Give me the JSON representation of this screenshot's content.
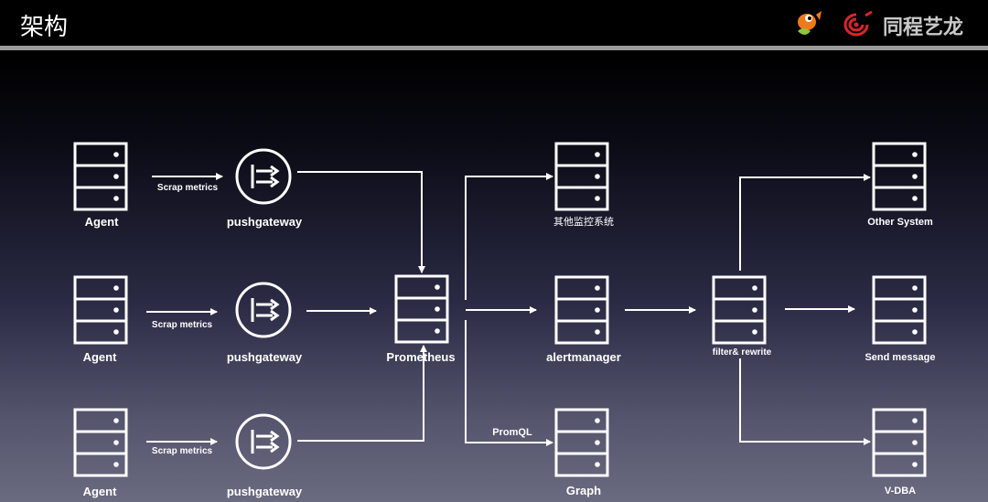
{
  "slide": {
    "title": "架构",
    "brand": "同程艺龙"
  },
  "colors": {
    "background": "#000000",
    "foreground": "#ffffff",
    "rule": "#9a9a9a",
    "brand_text": "#c9c9c9",
    "fish_orange": "#f07a1a",
    "fish_green": "#8dc63f",
    "swirl_red": "#d8262b"
  },
  "icons": {
    "server": "server-stack-icon",
    "gateway": "push-arrows-icon",
    "logo_fish": "fish-mascot-icon",
    "logo_swirl": "swirl-logo-icon"
  },
  "nodes": {
    "agent_1": "Agent",
    "agent_2": "Agent",
    "agent_3": "Agent",
    "pushgateway_1": "pushgateway",
    "pushgateway_2": "pushgateway",
    "pushgateway_3": "pushgateway",
    "prometheus": "Prometheus",
    "other_monitor": "其他监控系统",
    "alertmanager": "alertmanager",
    "graph": "Graph",
    "filter_rewrite": "filter& rewrite",
    "other_system": "Other System",
    "send_message": "Send message",
    "vdba": "V-DBA"
  },
  "edges": {
    "scrap_1": "Scrap metrics",
    "scrap_2": "Scrap metrics",
    "scrap_3": "Scrap metrics",
    "promql": "PromQL"
  }
}
